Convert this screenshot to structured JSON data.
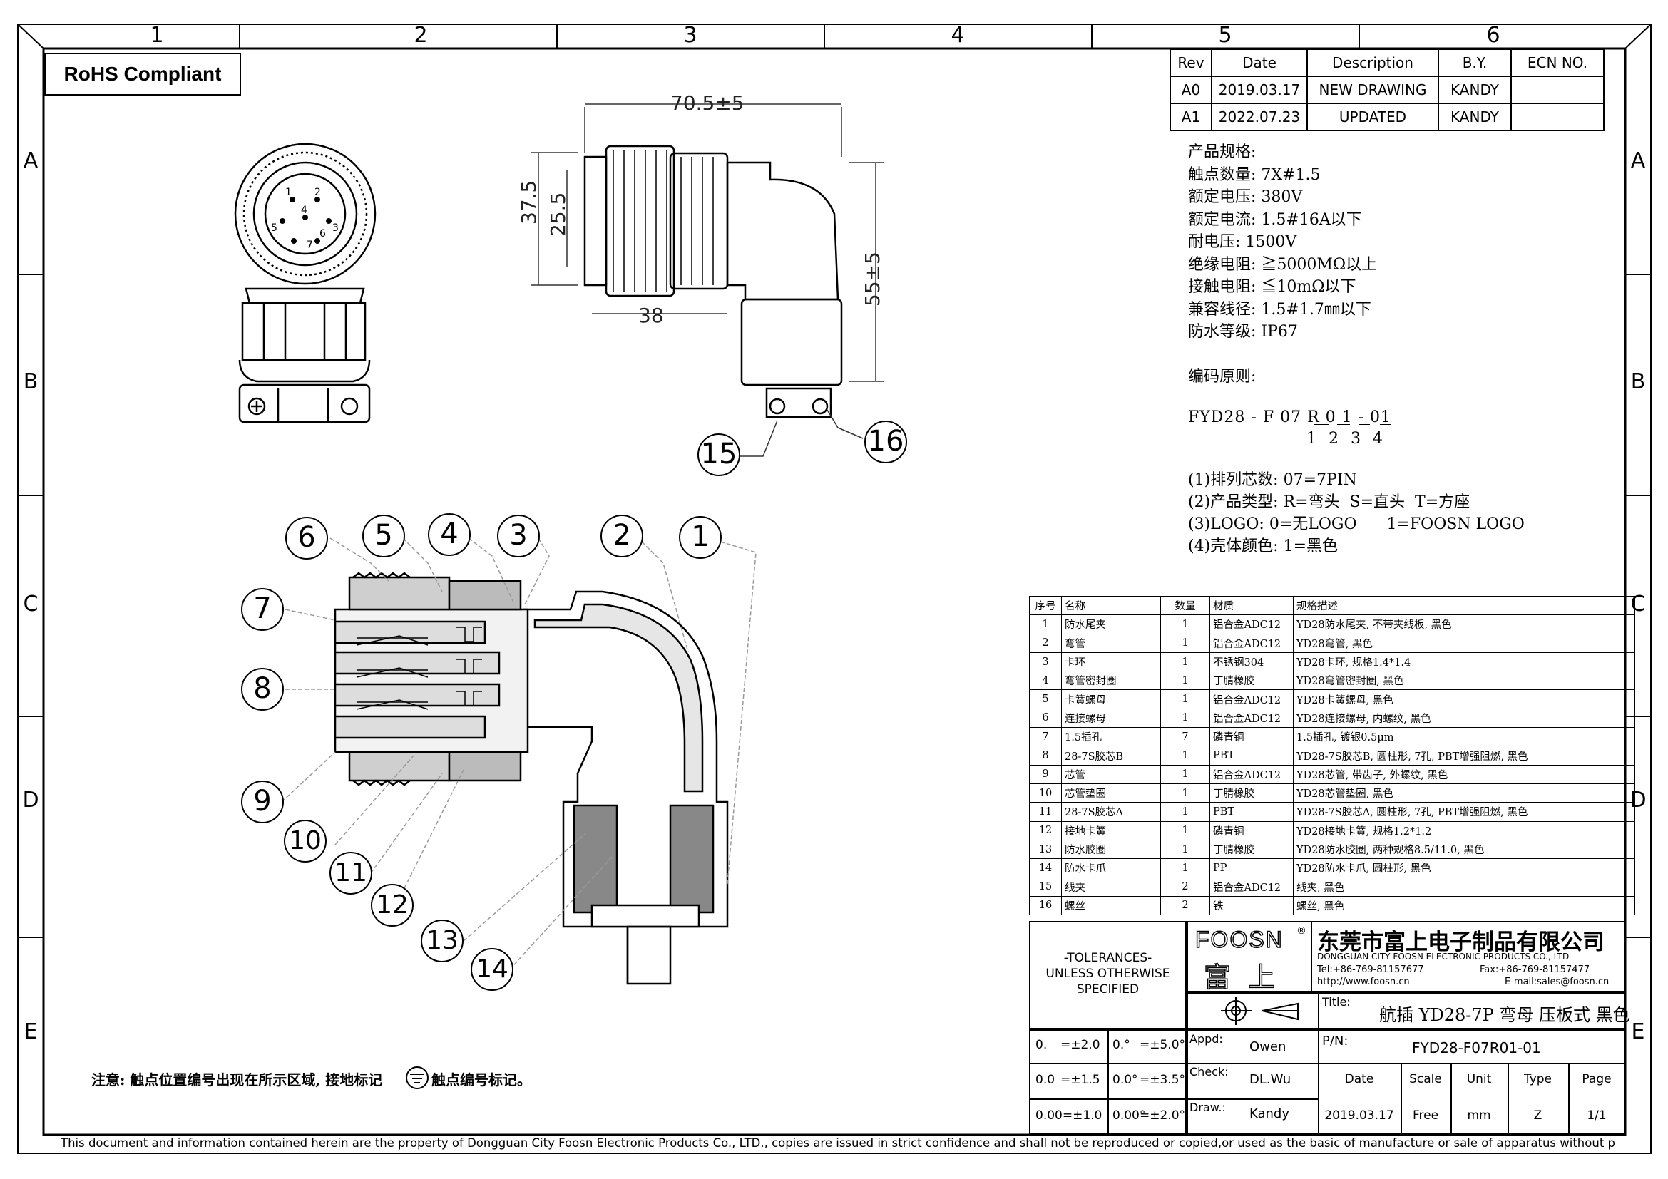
{
  "zones": {
    "columns": [
      "1",
      "2",
      "3",
      "4",
      "5",
      "6"
    ],
    "rows": [
      "A",
      "B",
      "C",
      "D",
      "E"
    ]
  },
  "rohs": "RoHS Compliant",
  "revision_table": {
    "headers": [
      "Rev",
      "Date",
      "Description",
      "B.Y.",
      "ECN NO."
    ],
    "rows": [
      [
        "A0",
        "2019.03.17",
        "NEW DRAWING",
        "KANDY",
        ""
      ],
      [
        "A1",
        "2022.07.23",
        "UPDATED",
        "KANDY",
        ""
      ]
    ]
  },
  "specifications": [
    "产品规格:",
    "触点数量: 7X#1.5",
    "额定电压: 380V",
    "额定电流: 1.5#16A以下",
    "耐电压: 1500V",
    "绝缘电阻: ≧5000MΩ以上",
    "接触电阻: ≦10mΩ以下",
    "兼容线径: 1.5#1.7㎜以下",
    "防水等级: IP67"
  ],
  "coding": {
    "title": "编码原则:",
    "code": "FYD28 - F 07 R 0 1 - 01",
    "index": "1 2 3 4",
    "rules": [
      "(1)排列芯数: 07=7PIN",
      "(2)产品类型: R=弯头  S=直头  T=方座",
      "(3)LOGO: 0=无LOGO      1=FOOSN LOGO",
      "(4)壳体颜色: 1=黑色"
    ]
  },
  "dimensions": {
    "length": "70.5±5",
    "height_outer": "37.5",
    "height_inner": "25.5",
    "body_length": "38",
    "total_height": "55±5"
  },
  "callouts_top": [
    "15",
    "16"
  ],
  "callouts_section": [
    "1",
    "2",
    "3",
    "4",
    "5",
    "6",
    "7",
    "8",
    "9",
    "10",
    "11",
    "12",
    "13",
    "14"
  ],
  "bom": {
    "headers": [
      "序号",
      "名称",
      "数量",
      "材质",
      "规格描述"
    ],
    "rows": [
      [
        "1",
        "防水尾夹",
        "1",
        "铝合金ADC12",
        "YD28防水尾夹, 不带夹线板, 黑色"
      ],
      [
        "2",
        "弯管",
        "1",
        "铝合金ADC12",
        "YD28弯管, 黑色"
      ],
      [
        "3",
        "卡环",
        "1",
        "不锈钢304",
        "YD28卡环, 规格1.4*1.4"
      ],
      [
        "4",
        "弯管密封圈",
        "1",
        "丁腈橡胶",
        "YD28弯管密封圈, 黑色"
      ],
      [
        "5",
        "卡簧螺母",
        "1",
        "铝合金ADC12",
        "YD28卡簧螺母, 黑色"
      ],
      [
        "6",
        "连接螺母",
        "1",
        "铝合金ADC12",
        "YD28连接螺母, 内螺纹, 黑色"
      ],
      [
        "7",
        "1.5插孔",
        "7",
        "磷青铜",
        "1.5插孔, 镀银0.5μm"
      ],
      [
        "8",
        "28-7S胶芯B",
        "1",
        "PBT",
        "YD28-7S胶芯B, 圆柱形, 7孔, PBT增强阻燃, 黑色"
      ],
      [
        "9",
        "芯管",
        "1",
        "铝合金ADC12",
        "YD28芯管, 带齿子, 外螺纹, 黑色"
      ],
      [
        "10",
        "芯管垫圈",
        "1",
        "丁腈橡胶",
        "YD28芯管垫圈, 黑色"
      ],
      [
        "11",
        "28-7S胶芯A",
        "1",
        "PBT",
        "YD28-7S胶芯A, 圆柱形, 7孔, PBT增强阻燃, 黑色"
      ],
      [
        "12",
        "接地卡簧",
        "1",
        "磷青铜",
        "YD28接地卡簧, 规格1.2*1.2"
      ],
      [
        "13",
        "防水胶圈",
        "1",
        "丁腈橡胶",
        "YD28防水胶圈, 两种规格8.5/11.0, 黑色"
      ],
      [
        "14",
        "防水卡爪",
        "1",
        "PP",
        "YD28防水卡爪, 圆柱形, 黑色"
      ],
      [
        "15",
        "线夹",
        "2",
        "铝合金ADC12",
        "线夹, 黑色"
      ],
      [
        "16",
        "螺丝",
        "2",
        "铁",
        "螺丝, 黑色"
      ]
    ]
  },
  "title_block": {
    "tolerances_title": "-TOLERANCES-",
    "tolerances_sub1": "UNLESS OTHERWISE",
    "tolerances_sub2": "SPECIFIED",
    "tol_rows": [
      [
        "0.",
        "=±2.0",
        "0.°",
        "=±5.0°"
      ],
      [
        "0.0",
        "=±1.5",
        "0.0°",
        "=±3.5°"
      ],
      [
        "0.00=±1.0",
        "",
        "0.00°",
        "=±2.0°"
      ]
    ],
    "logo": "FOOSN",
    "logo_reg": "®",
    "logo_cn": "富 上",
    "company_cn": "东莞市富上电子制品有限公司",
    "company_en": "DONGGUAN CITY FOOSN ELECTRONIC PRODUCTS CO., LTD",
    "tel": "Tel:+86-769-81157677",
    "fax": "Fax:+86-769-81157477",
    "web": "http://www.foosn.cn",
    "email": "E-mail:sales@foosn.cn",
    "title_label": "Title:",
    "title": "航插 YD28-7P 弯母 压板式 黑色",
    "appd_label": "Appd:",
    "appd": "Owen",
    "check_label": "Check:",
    "check": "DL.Wu",
    "draw_label": "Draw.:",
    "draw": "Kandy",
    "pn_label": "P/N:",
    "pn": "FYD28-F07R01-01",
    "date_label": "Date",
    "date": "2019.03.17",
    "scale_label": "Scale",
    "scale": "Free",
    "unit_label": "Unit",
    "unit": "mm",
    "type_label": "Type",
    "type": "Z",
    "page_label": "Page",
    "page": "1/1"
  },
  "note": "注意: 触点位置编号出现在所示区域, 接地标记",
  "note_end": "触点编号标记。",
  "face_pins": [
    "1",
    "2",
    "3",
    "4",
    "5",
    "6",
    "7"
  ],
  "footer": "This document and information contained herein are the property of Dongguan City Foosn Electronic Products Co., LTD., copies are issued in strict confidence  and shall not be reproduced or copied,or used as the basic of manufacture or sale of apparatus without permission"
}
